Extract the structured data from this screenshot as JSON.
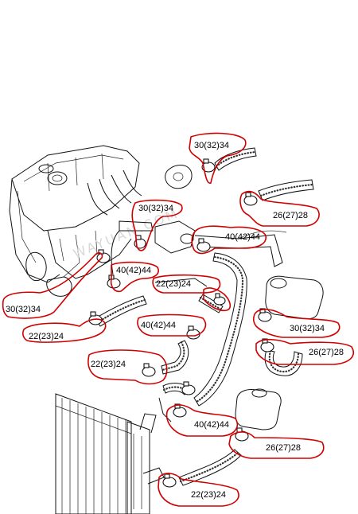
{
  "colors": {
    "markup": "#d00000",
    "line_art": "#111111",
    "background": "#ffffff",
    "watermark": "#d8d8d8"
  },
  "watermark": "WAYUAN.COM",
  "callouts": [
    {
      "id": "c1",
      "label": "30(32)34"
    },
    {
      "id": "c2",
      "label": "26(27)28"
    },
    {
      "id": "c3",
      "label": "30(32)34"
    },
    {
      "id": "c4",
      "label": "40(42)44"
    },
    {
      "id": "c5",
      "label": "40(42)44"
    },
    {
      "id": "c6",
      "label": "22(23)24"
    },
    {
      "id": "c7",
      "label": "30(32)34"
    },
    {
      "id": "c8",
      "label": "22(23)24"
    },
    {
      "id": "c9",
      "label": "40(42)44"
    },
    {
      "id": "c10",
      "label": "30(32)34"
    },
    {
      "id": "c11",
      "label": "22(23)24"
    },
    {
      "id": "c12",
      "label": "26(27)28"
    },
    {
      "id": "c13",
      "label": "40(42)44"
    },
    {
      "id": "c14",
      "label": "26(27)28"
    },
    {
      "id": "c15",
      "label": "22(23)24"
    }
  ]
}
